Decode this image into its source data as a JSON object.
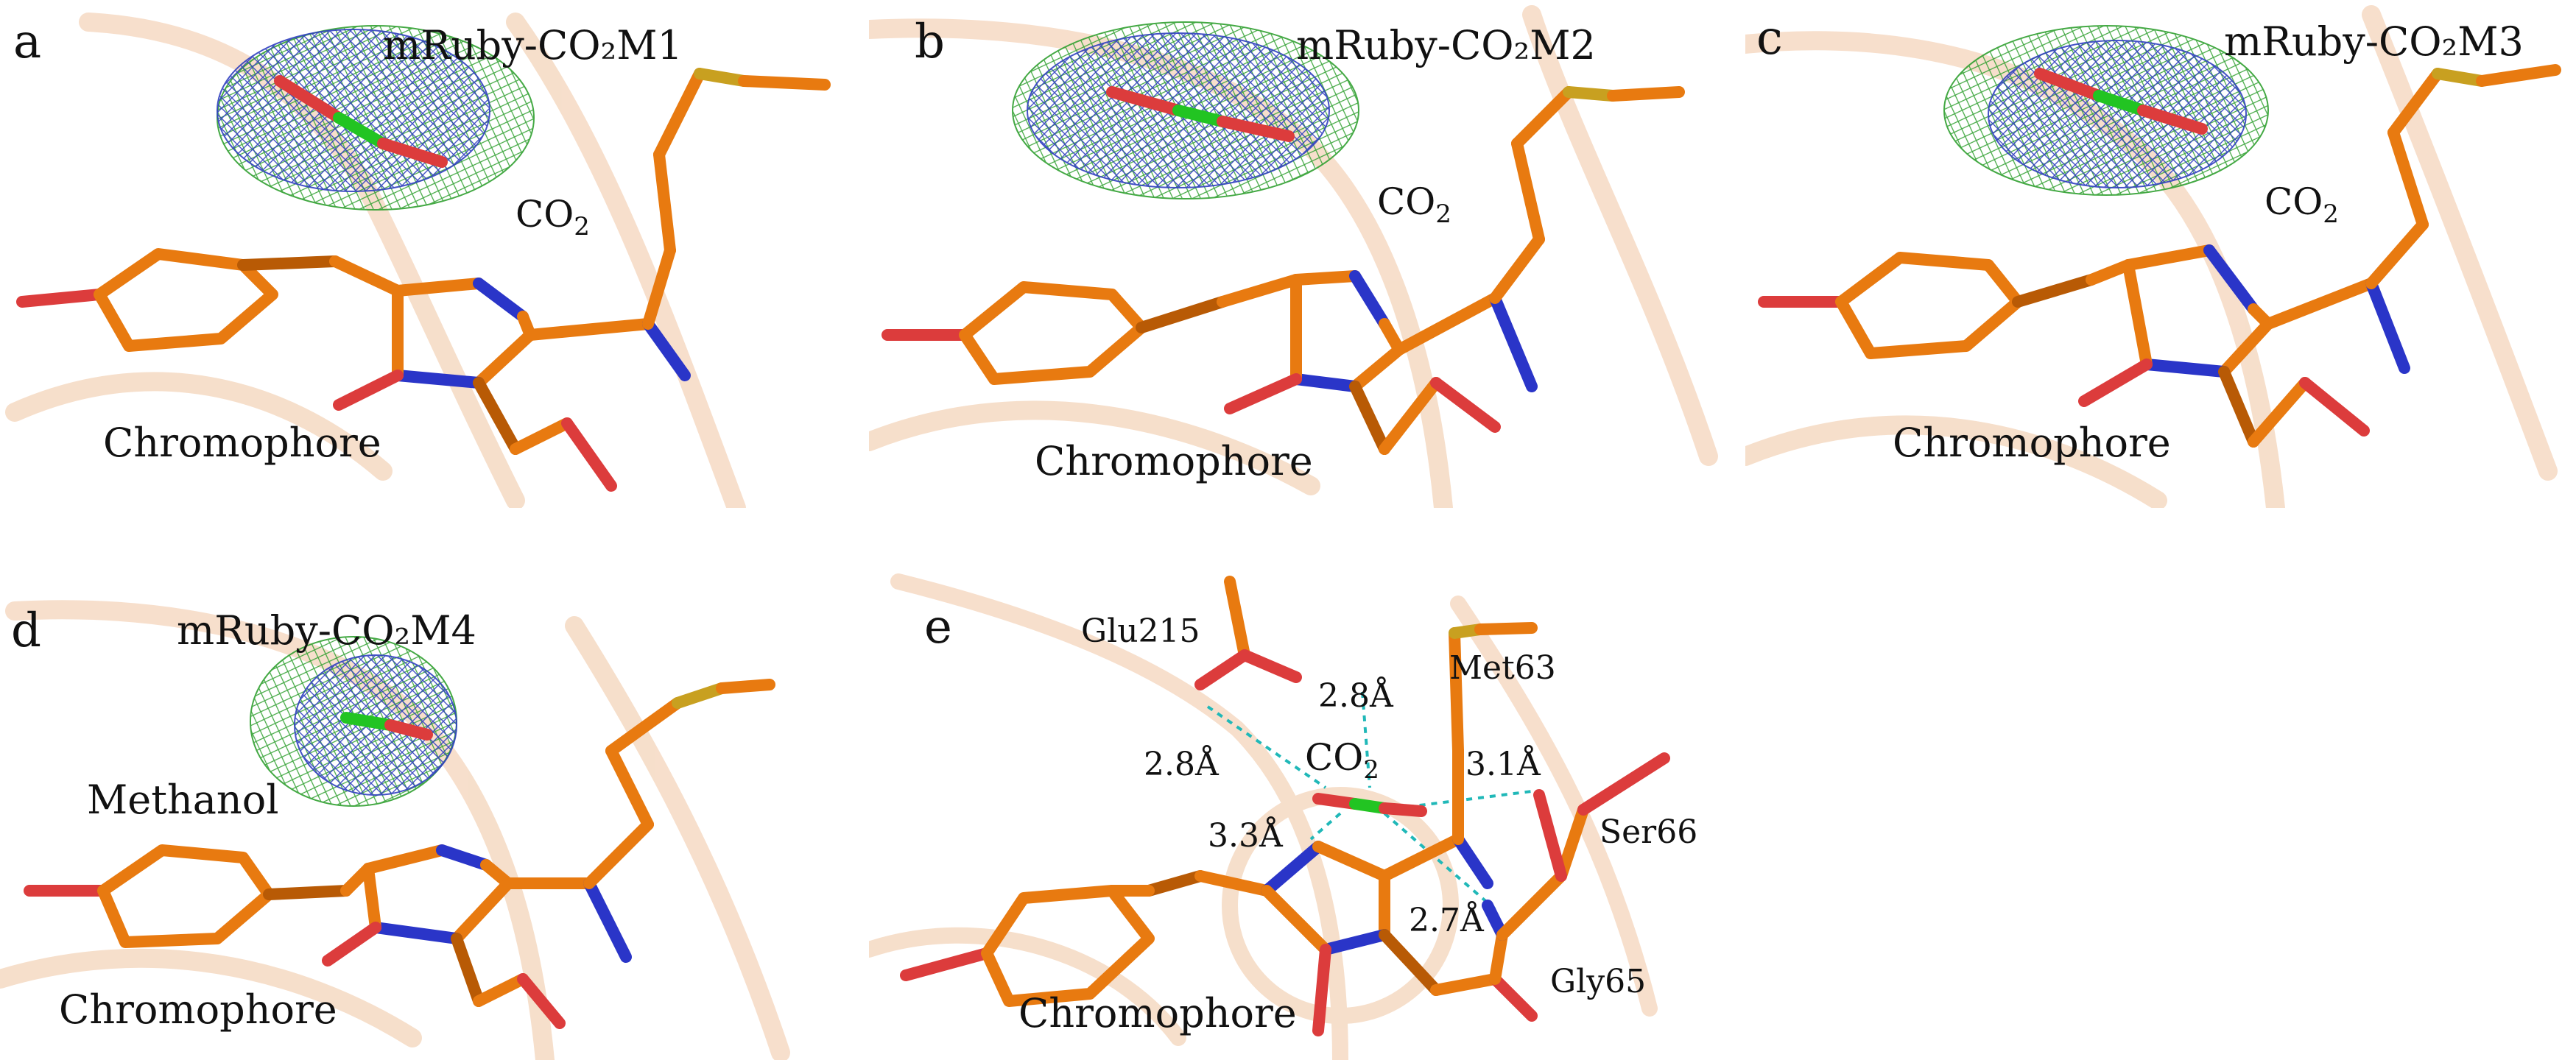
{
  "panels": {
    "a": {
      "letter": "a",
      "title": "mRuby-CO₂M1",
      "ligand": "CO",
      "ligand_sub": "2",
      "chromophore": "Chromophore"
    },
    "b": {
      "letter": "b",
      "title": "mRuby-CO₂M2",
      "ligand": "CO",
      "ligand_sub": "2",
      "chromophore": "Chromophore"
    },
    "c": {
      "letter": "c",
      "title": "mRuby-CO₂M3",
      "ligand": "CO",
      "ligand_sub": "2",
      "chromophore": "Chromophore"
    },
    "d": {
      "letter": "d",
      "title": "mRuby-CO₂M4",
      "ligand": "Methanol",
      "chromophore": "Chromophore"
    },
    "e": {
      "letter": "e",
      "ligand": "CO",
      "ligand_sub": "2",
      "chromophore": "Chromophore",
      "residues": {
        "glu": "Glu215",
        "met": "Met63",
        "ser": "Ser66",
        "gly": "Gly65"
      },
      "distances": {
        "d1": "2.8Å",
        "d2": "2.8Å",
        "d3": "3.1Å",
        "d4": "3.3Å",
        "d5": "2.7Å"
      }
    }
  },
  "colors": {
    "carbon": "#e87a10",
    "carbon_dark": "#b85a05",
    "nitrogen": "#2a35c8",
    "oxygen": "#dc3c3c",
    "sulfur": "#c8a020",
    "ligand_carbon": "#22c422",
    "mesh_blue": "#3040c0",
    "mesh_green": "#30a030",
    "hbond": "#20b8b8",
    "cartoon": "#f6dcc6"
  }
}
